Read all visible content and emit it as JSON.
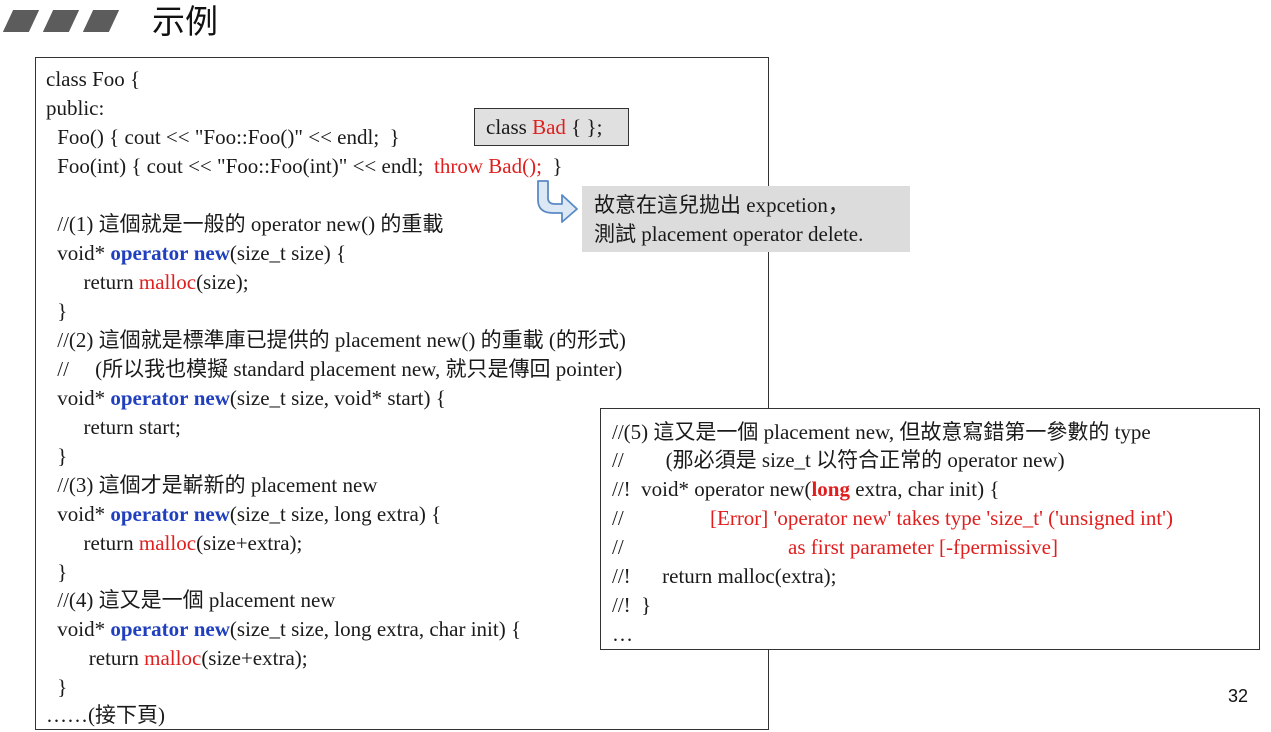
{
  "slide": {
    "title": "示例",
    "page_number": "32"
  },
  "code": {
    "l1": "class Foo {",
    "l2": "public:",
    "l3": " Foo() { cout << \"Foo::Foo()\" << endl;  }",
    "l4_pre": " Foo(int) { cout << \"Foo::Foo(int)\" << endl;  ",
    "l4_throw": "throw Bad();",
    "l4_post": "  }",
    "l5": " //(1) 這個就是一般的 operator new() 的重載",
    "l6_pre": " void* ",
    "kw_operator": "operator",
    "kw_new": "new",
    "l6_post": "(size_t size) {",
    "l7_pre": "      return ",
    "fn_malloc": "malloc",
    "l7_post": "(size);",
    "close": " }",
    "l9": " //(2) 這個就是標準庫已提供的 placement new() 的重載 (的形式)",
    "l10": " //     (所以我也模擬 standard placement new, 就只是傳回 pointer)",
    "l11_post": "(size_t size, void* start) {",
    "l12": "      return start;",
    "l14": " //(3) 這個才是嶄新的 placement new",
    "l15_post": "(size_t size, long extra) {",
    "l16_post": "(size+extra);",
    "l18": " //(4) 這又是一個 placement new",
    "l19_post": "(size_t size, long extra, char init) {",
    "l20_pre": "       return ",
    "l22": "……(接下頁)"
  },
  "callout_bad": {
    "pre": "class ",
    "name": "Bad",
    "post": " { };"
  },
  "note": {
    "line1": "故意在這兒拋出 expcetion，",
    "line2": "測試 placement operator delete."
  },
  "side": {
    "s1": "//(5) 這又是一個 placement new, 但故意寫錯第一參數的 type",
    "s2": "//        (那必須是 size_t 以符合正常的 operator new)",
    "s3_pre": "//!  void* operator new(",
    "s3_long": "long",
    "s3_post": " extra, char init) {",
    "s4_slash": "//",
    "s4_err": "[Error] 'operator new' takes type 'size_t' ('unsigned int')",
    "s5_slash": "//",
    "s5_err": "as first parameter [-fpermissive]",
    "s6": "//!      return malloc(extra);",
    "s7": "//!  }",
    "s8": "…"
  },
  "colors": {
    "keyword_blue": "#1f3fbf",
    "highlight_red": "#e01e1e",
    "note_gray": "#dcdcdc"
  }
}
